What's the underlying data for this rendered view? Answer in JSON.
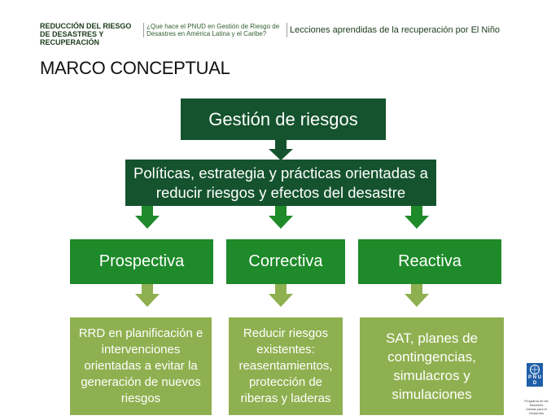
{
  "header": {
    "brand": "REDUCCIÓN DEL RIESGO DE DESASTRES Y RECUPERACIÓN",
    "question": "¿Que hace el PNUD en Gestión de Riesgo de Desastres en América Latina y el Caribe?",
    "subtitle": "Lecciones aprendidas de la recuperación por El Niño"
  },
  "page_title": "MARCO CONCEPTUAL",
  "diagram": {
    "top": "Gestión de riesgos",
    "policy": "Políticas, estrategia y prácticas orientadas a reducir riesgos y efectos del desastre",
    "categories": [
      {
        "label": "Prospectiva",
        "description": "RRD en planificación e intervenciones orientadas a evitar la generación de nuevos riesgos"
      },
      {
        "label": "Correctiva",
        "description": "Reducir riesgos existentes: reasentamientos, protección de riberas y laderas"
      },
      {
        "label": "Reactiva",
        "description": "SAT, planes de contingencias, simulacros y simulaciones"
      }
    ]
  },
  "logo": {
    "letters": "P N U D",
    "tagline": "Programa de las Naciones Unidas para el Desarrollo",
    "color": "#1f5fa8"
  },
  "colors": {
    "dark_green": "#14532d",
    "mid_green": "#1e8a2a",
    "light_green": "#8fb050"
  }
}
